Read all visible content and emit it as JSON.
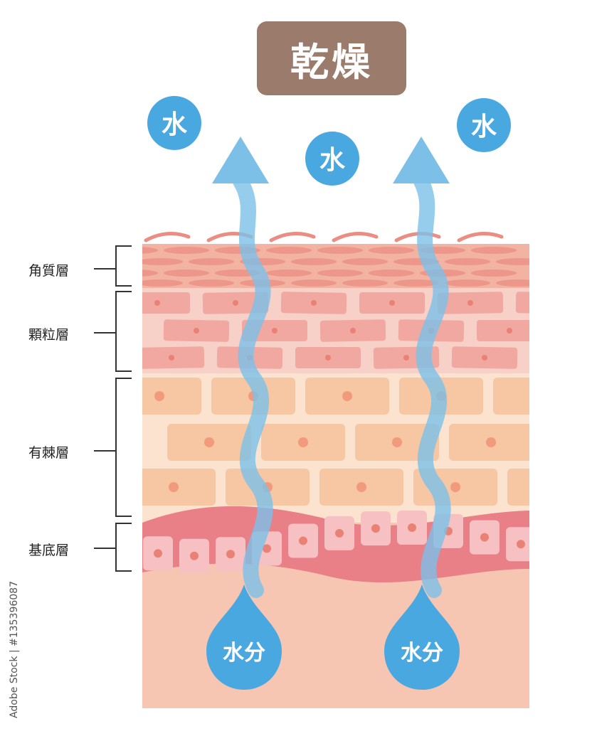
{
  "title": "乾燥",
  "layers": [
    {
      "label": "角質層"
    },
    {
      "label": "顆粒層"
    },
    {
      "label": "有棘層"
    },
    {
      "label": "基底層"
    }
  ],
  "water_bubbles": [
    "水",
    "水",
    "水"
  ],
  "moisture_drops": [
    "水分",
    "水分"
  ],
  "watermark": "Adobe Stock | #135396087",
  "colors": {
    "title_bg": "#9b7b6b",
    "water_blue": "#4aa8e0",
    "arrow_blue": "#7cc0e8",
    "stratum_corneum": "#f2b3a3",
    "granular_bg": "#f7d0c8",
    "granular_cell": "#f1a8a0",
    "spinous_bg": "#fbe3cf",
    "spinous_cell": "#f7c6a3",
    "basal_membrane": "#e97f87",
    "basal_cell": "#f7c1c3",
    "dermis": "#f6c6b2",
    "nucleus": "#e98174"
  }
}
